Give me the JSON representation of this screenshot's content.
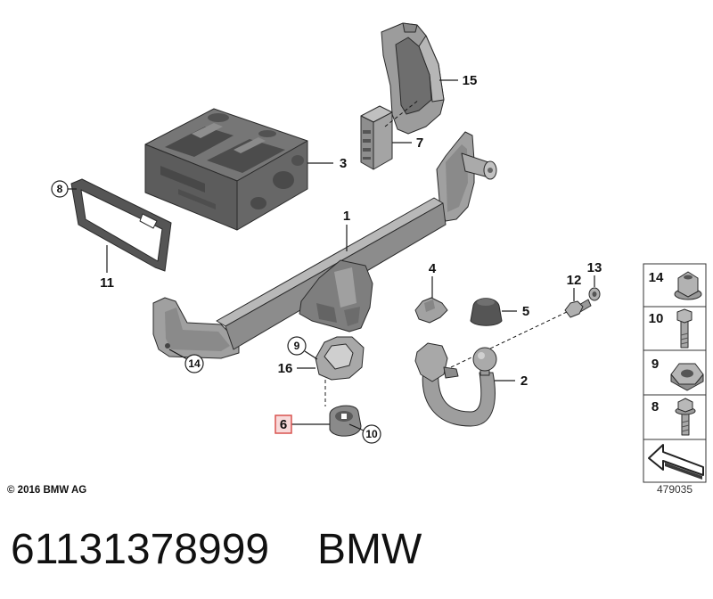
{
  "callouts": [
    "1",
    "2",
    "3",
    "4",
    "5",
    "6",
    "7",
    "8",
    "9",
    "10",
    "11",
    "12",
    "13",
    "14",
    "15",
    "16"
  ],
  "legend": [
    {
      "label": "14",
      "icon": "flange-nut-icon"
    },
    {
      "label": "10",
      "icon": "hex-bolt-icon"
    },
    {
      "label": "9",
      "icon": "hex-nut-icon"
    },
    {
      "label": "8",
      "icon": "flange-bolt-icon"
    },
    {
      "icon": "fastener-arrow-icon"
    }
  ],
  "figure_id": "479035",
  "copyright": "© 2016 BMW AG",
  "part_number": "61131378999",
  "brand": "BMW",
  "colors": {
    "highlight_border": "#d9534f",
    "highlight_fill": "#f8dada"
  }
}
